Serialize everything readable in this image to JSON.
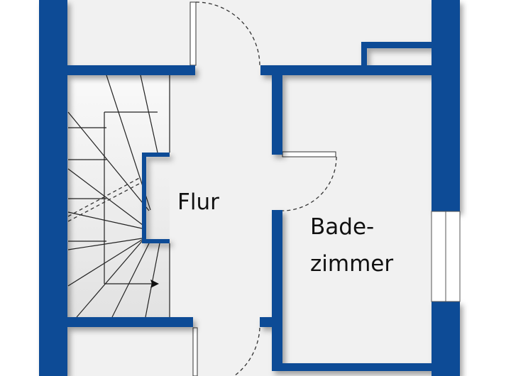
{
  "plan": {
    "rooms": [
      {
        "id": "flur",
        "label": "Flur"
      },
      {
        "id": "badezimmer",
        "label_line1": "Bade-",
        "label_line2": "zimmer"
      }
    ],
    "colors": {
      "wall": "#0c4c96",
      "floor": "#f1f1f1",
      "background": "#ffffff"
    }
  }
}
